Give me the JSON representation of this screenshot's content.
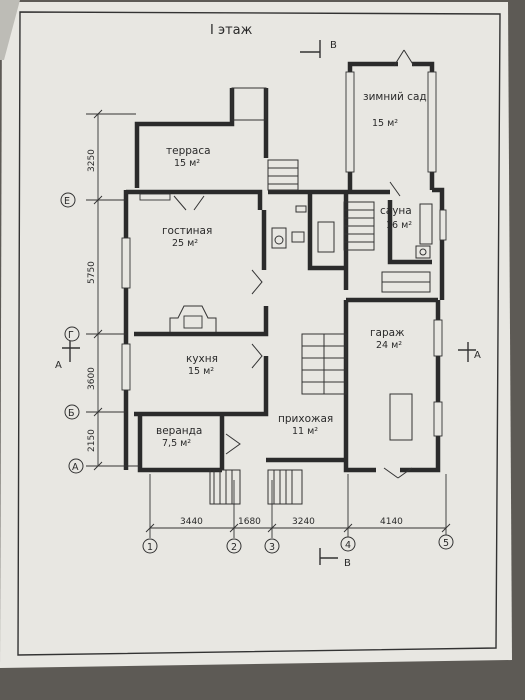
{
  "plan": {
    "title": "I этаж",
    "section_marks": {
      "vertical": "В",
      "horizontal": "А"
    },
    "rooms": [
      {
        "name": "терраса",
        "area": "15 м²"
      },
      {
        "name": "зимний сад",
        "area": "15 м²"
      },
      {
        "name": "гостиная",
        "area": "25 м²"
      },
      {
        "name": "сауна",
        "area": "16 м²"
      },
      {
        "name": "кухня",
        "area": "15 м²"
      },
      {
        "name": "гараж",
        "area": "24 м²"
      },
      {
        "name": "веранда",
        "area": "7,5 м²"
      },
      {
        "name": "прихожая",
        "area": "11 м²"
      }
    ],
    "axes_letters": [
      "Е",
      "Г",
      "Б",
      "А"
    ],
    "axes_numbers": [
      "1",
      "2",
      "3",
      "4",
      "5"
    ],
    "dims_vertical": [
      "3250",
      "5750",
      "3600",
      "2150"
    ],
    "dims_horizontal": [
      "3440",
      "1680",
      "3240",
      "4140"
    ]
  },
  "colors": {
    "paper": "#e9e8e3",
    "ink": "#2b2b2b",
    "background": "#5d5a55"
  }
}
